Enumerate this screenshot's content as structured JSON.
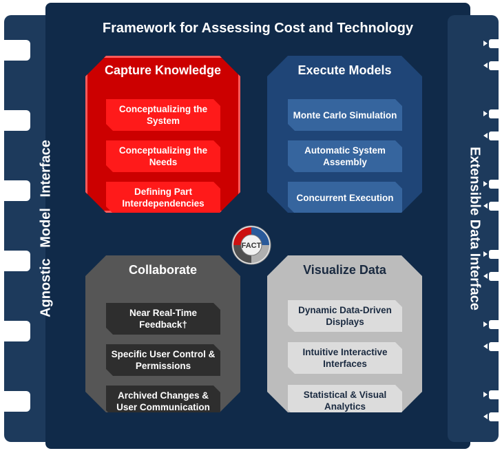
{
  "title": "Framework for Assessing Cost and Technology",
  "left_interface": {
    "label": "Agnostic Model Interface"
  },
  "right_interface": {
    "label": "Extensible Data Interface"
  },
  "logo": {
    "text": "FACT",
    "icon": "fact-logo-icon"
  },
  "quadrants": [
    {
      "title": "Capture Knowledge",
      "color": "#cc0000",
      "items": [
        "Conceptualizing the System",
        "Conceptualizing the Needs",
        "Defining Part Interdependencies"
      ]
    },
    {
      "title": "Execute Models",
      "color": "#1f4577",
      "items": [
        "Monte Carlo Simulation",
        "Automatic System Assembly",
        "Concurrent Execution"
      ]
    },
    {
      "title": "Collaborate",
      "color": "#565656",
      "items": [
        "Near Real-Time Feedback†",
        "Specific User Control & Permissions",
        "Archived Changes & User Communication"
      ]
    },
    {
      "title": "Visualize Data",
      "color": "#bcbcbc",
      "items": [
        "Dynamic Data-Driven Displays",
        "Intuitive Interactive Interfaces",
        "Statistical & Visual Analytics"
      ]
    }
  ]
}
